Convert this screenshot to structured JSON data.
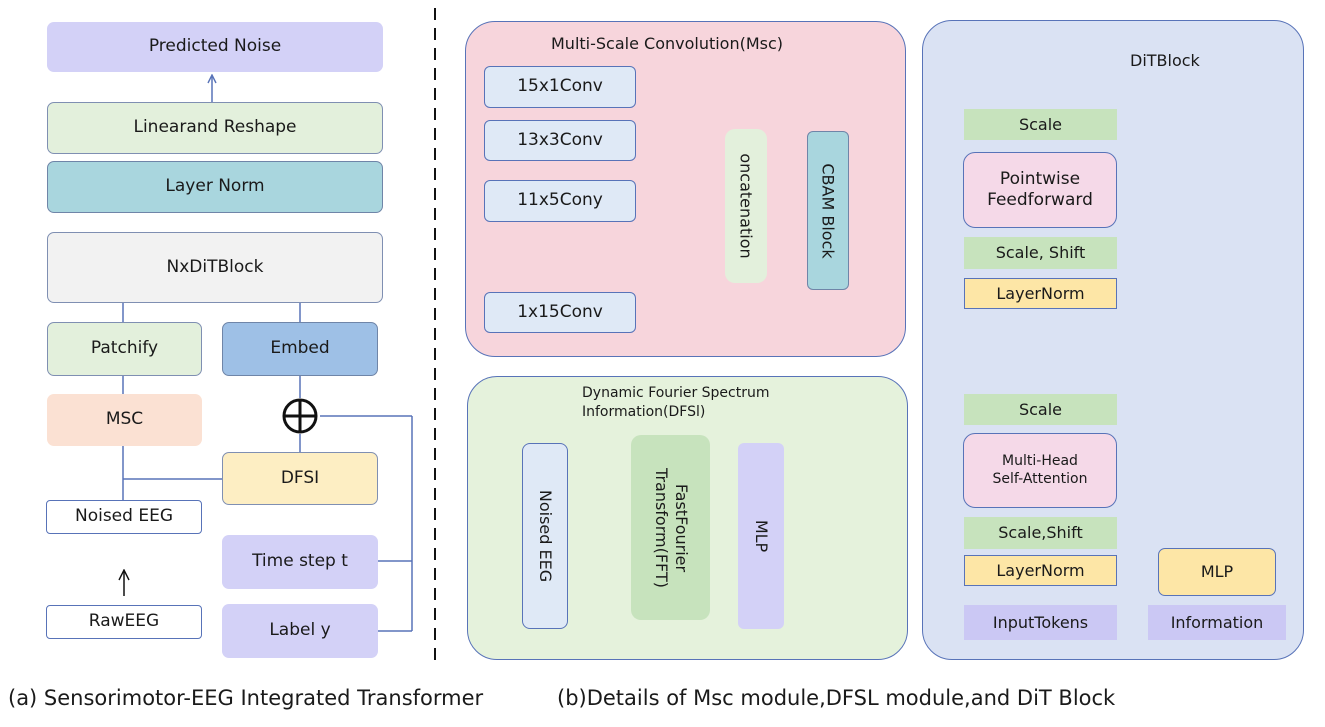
{
  "left": {
    "predicted_noise": "Predicted Noise",
    "linear_reshape": "Linearand Reshape",
    "layer_norm": "Layer Norm",
    "nx_dit_block": "NxDiTBlock",
    "patchify": "Patchify",
    "embed": "Embed",
    "msc": "MSC",
    "dfsi": "DFSI",
    "noised_eeg": "Noised EEG",
    "time_step": "Time step t",
    "raw_eeg": "RawEEG",
    "label_y": "Label y",
    "caption": "(a) Sensorimotor-EEG Integrated Transformer"
  },
  "msc_panel": {
    "title": "Multi-Scale Convolution(Msc)",
    "conv1": "15x1Conv",
    "conv2": "13x3Conv",
    "conv3": "11x5Cony",
    "conv4": "1x15Conv",
    "concat": "oncatenation",
    "cbam": "CBAM Block"
  },
  "dfsi_panel": {
    "title_line1": "Dynamic Fourier Spectrum",
    "title_line2": "Information(DFSl)",
    "noised_eeg": "Noised EEG",
    "fft_line1": "FastFourier",
    "fft_line2": "Transform(FFT)",
    "mlp": "MLP"
  },
  "dit_panel": {
    "title": "DiTBlock",
    "scale_top": "Scale",
    "ff_line1": "Pointwise",
    "ff_line2": "Feedforward",
    "scale_shift_top": "Scale, Shift",
    "layernorm_top": "LayerNorm",
    "scale_bottom": "Scale",
    "attn_line1": "Multi-Head",
    "attn_line2": "Self-Attention",
    "scale_shift_bottom": "Scale,Shift",
    "layernorm_bottom": "LayerNorm",
    "mlp": "MLP",
    "input_tokens": "InputTokens",
    "information": "Information"
  },
  "caption_b": "(b)Details of Msc module,DFSL module,and DiT Block",
  "colors": {
    "purple": "#d3d1f7",
    "green": "#e3f0dc",
    "teal": "#a9d6de",
    "gray": "#f2f2f2",
    "blue": "#9ec0e6",
    "peach": "#fbe1d3",
    "yellow": "#fdeec3",
    "pink_panel": "#f7d5dc",
    "green_panel": "#e5f2dc",
    "blue_panel": "#dae2f3",
    "line_blue": "#5873b8"
  }
}
